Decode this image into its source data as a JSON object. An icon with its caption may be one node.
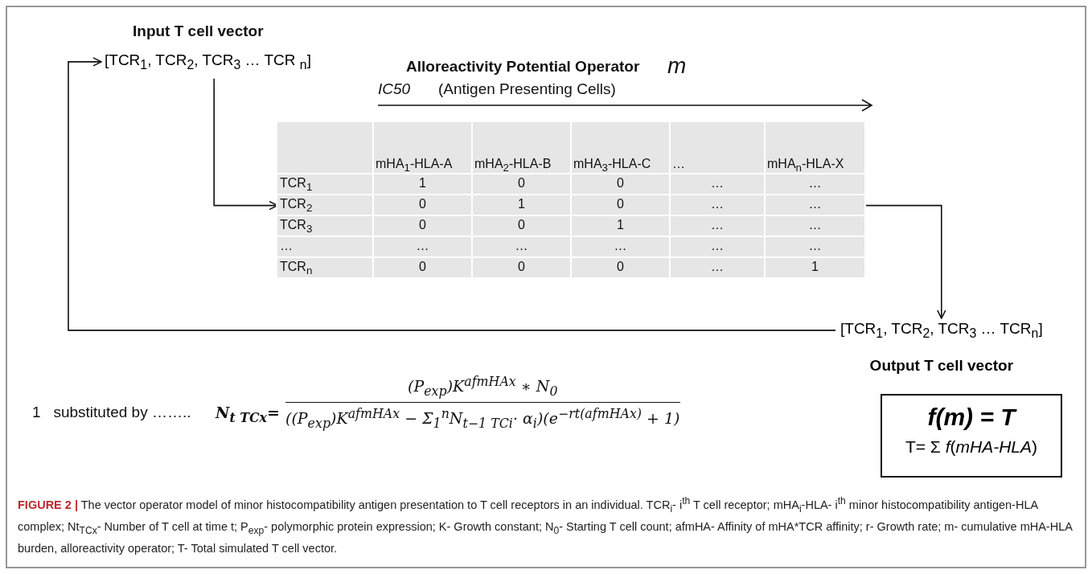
{
  "diagram": {
    "caption": "**FIGURE 2 |** The vector operator model of minor histocompatibility antigen presentation to T cell receptors in an individual. TCR$_{i}$- i$^{th}$ T cell receptor; mHA$_{i}$-HLA- i$^{th}$ minor histocompatibility antigen-HLA complex; Nt$_{TCx}$- Number of T cell at time t; P$_{exp}$- polymorphic protein expression; K- Growth constant; N$_{0}$- Starting T cell count; afmHA- Affinity of mHA*TCR affinity; r- Growth rate; m- cumulative mHA-HLA burden, alloreactivity operator; T- Total simulated T cell vector.",
    "nodes": [
      {
        "text": [
          "Input T cell vector",
          "[TCR$_{1}$, TCR$_{2}$, TCR$_{3}$ … TCR $_{n}$]"
        ]
      },
      {
        "text": [],
        "shape": "box"
      },
      {
        "text": [
          "[TCR$_{1}$, TCR$_{2}$, TCR$_{3}$ … TCR$_{n}$]",
          "Output T cell vector"
        ]
      },
      {
        "text": [
          "f(m) = T",
          "T= Σ *f*(*mHA-HLA*)"
        ]
      }
    ],
    "edges": [
      {
        "from": 0,
        "to": 1,
        "arrow": "to"
      },
      {
        "from": 1,
        "to": 2,
        "arrow": "to"
      },
      {
        "from": 2,
        "to": 0,
        "arrow": "to"
      }
    ],
    "labels": [
      "Alloreactivity Potential Operator",
      "m",
      "IC50",
      "(Antigen Presenting Cells)",
      "mHA$_{1}$-HLA-A",
      "mHA$_{2}$-HLA-B",
      "mHA$_{3}$-HLA-C",
      "…",
      "mHA$_{n}$-HLA-X",
      "TCR$_{1}$",
      "1",
      "0",
      "0",
      "…",
      "…",
      "TCR$_{2}$",
      "0",
      "1",
      "0",
      "…",
      "…",
      "TCR$_{3}$",
      "0",
      "0",
      "1",
      "…",
      "…",
      "…",
      "…",
      "…",
      "…",
      "…",
      "…",
      "TCR$_{n}$",
      "0",
      "0",
      "0",
      "…",
      "1",
      "1   substituted by ……..",
      "N$_{t TCx}$=",
      "(P$_{exp}$)K$^{afmHAx}$ ∗ N$_{0}$",
      "((P$_{exp}$)K$^{afmHAx}$ − Σ$_{1}$$^{n}$N$_{t−1 TCi}$· α$_{i}$)(e$^{−rt(afmHAx)}$ + 1)"
    ]
  }
}
